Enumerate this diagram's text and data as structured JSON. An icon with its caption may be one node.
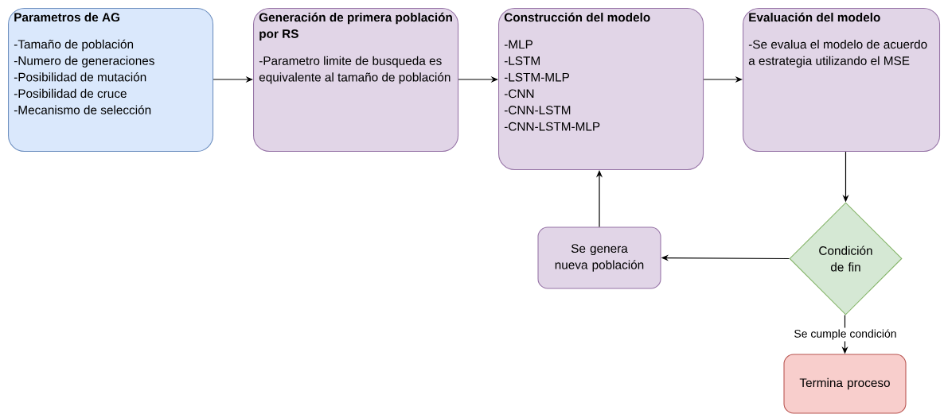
{
  "diagram": {
    "nodes": [
      {
        "text": [
          "Parametros de AG",
          "-Tamaño de población",
          "-Numero de generaciones",
          "-Posibilidad de mutación",
          "-Posibilidad de cruce",
          "-Mecanismo de selección"
        ]
      },
      {
        "text": [
          "Generación de primera población por RS",
          "-Parametro limite de busqueda es equivalente al tamaño de población"
        ]
      },
      {
        "text": [
          "Construcción del modelo",
          "-MLP",
          "-LSTM",
          "-LSTM-MLP",
          "-CNN",
          "-CNN-LSTM",
          "-CNN-LSTM-MLP"
        ]
      },
      {
        "text": [
          "Evaluación del modelo",
          "-Se evalua el modelo de acuerdo a estrategia utilizando el MSE"
        ]
      },
      {
        "text": [
          "Condición de fin"
        ]
      },
      {
        "text": [
          "Se genera nueva población"
        ]
      },
      {
        "text": [
          "Termina proceso"
        ]
      }
    ],
    "edges": [
      {
        "from": 0,
        "to": 1,
        "arrow": "to"
      },
      {
        "from": 1,
        "to": 2,
        "arrow": "to"
      },
      {
        "from": 2,
        "to": 3,
        "arrow": "to"
      },
      {
        "from": 3,
        "to": 4,
        "arrow": "to"
      },
      {
        "from": 4,
        "to": 5,
        "arrow": "to"
      },
      {
        "from": 5,
        "to": 2,
        "arrow": "to"
      },
      {
        "from": 4,
        "to": 6,
        "arrow": "to",
        "label": "Se cumple condición"
      }
    ]
  }
}
